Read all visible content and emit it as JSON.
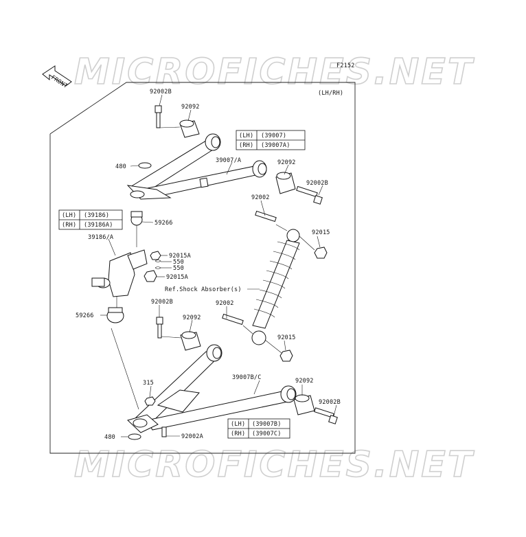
{
  "watermark": {
    "top": "MICROFICHES.NET",
    "bottom": "MICROFICHES.NET"
  },
  "figure_code": "F2152",
  "front_arrow": "FRONT",
  "side_note": "(LH/RH)",
  "ref_note": "Ref.Shock Absorber(s)",
  "tables": {
    "upper_arm": {
      "rows": [
        [
          "(LH)",
          "(39007)"
        ],
        [
          "(RH)",
          "(39007A)"
        ]
      ]
    },
    "knuckle": {
      "rows": [
        [
          "(LH)",
          "(39186)"
        ],
        [
          "(RH)",
          "(39186A)"
        ]
      ]
    },
    "lower_arm": {
      "rows": [
        [
          "(LH)",
          "(39007B)"
        ],
        [
          "(RH)",
          "(39007C)"
        ]
      ]
    }
  },
  "labels": {
    "bolt_upper_left": "92002B",
    "bushing_upper_left": "92092",
    "circlip_upper": "480",
    "upper_arm": "39007/A",
    "bushing_upper_right": "92092",
    "bolt_upper_right": "92002B",
    "bolt_shock_upper": "92002",
    "nut_shock_upper": "92015",
    "ball_joint_upper": "59266",
    "knuckle": "39186/A",
    "nut_knuckle_upper": "92015A",
    "cotter_pin_1": "550",
    "cotter_pin_2": "550",
    "nut_knuckle_lower": "92015A",
    "ball_joint_lower": "59266",
    "bolt_lower_left": "92002B",
    "bushing_lower_left": "92092",
    "bolt_shock_lower": "92002",
    "nut_shock_lower": "92015",
    "nut_315": "315",
    "lower_arm": "39007B/C",
    "bushing_lower_right": "92092",
    "bolt_lower_right": "92002B",
    "circlip_lower": "480",
    "bolt_lower_bottom": "92002A"
  }
}
